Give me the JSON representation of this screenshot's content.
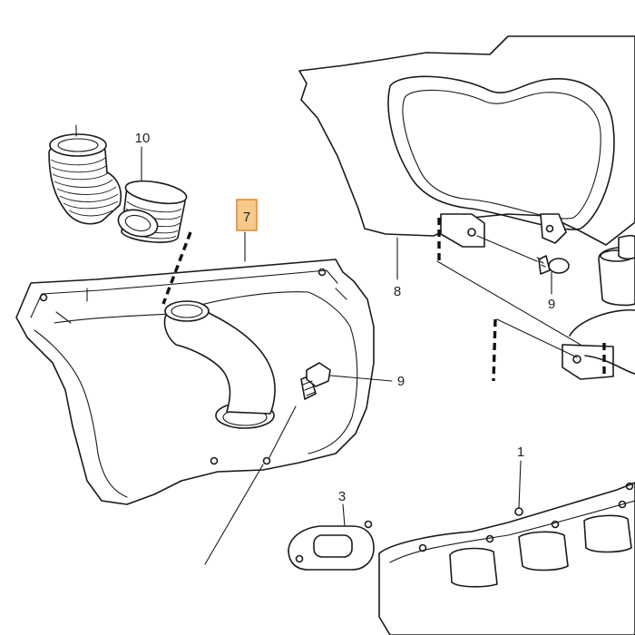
{
  "callouts": {
    "c7": "7",
    "c8": "8",
    "c9a": "9",
    "c9b": "9",
    "c10": "10",
    "c1": "1",
    "c3": "3"
  },
  "colors": {
    "highlight_fill": "#f7c98a",
    "highlight_stroke": "#e0892a",
    "line": "#1a1a1a"
  }
}
